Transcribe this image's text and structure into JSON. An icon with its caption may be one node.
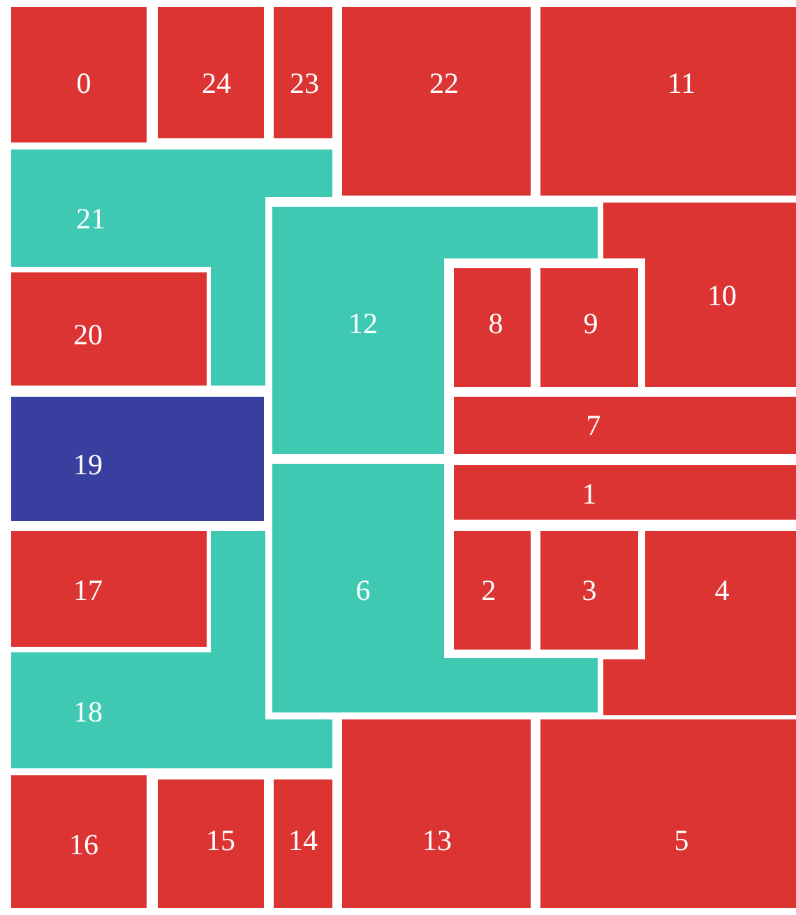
{
  "diagram": {
    "nodes": [
      {
        "text": [
          "0"
        ]
      },
      {
        "text": [
          "24"
        ]
      },
      {
        "text": [
          "23"
        ]
      },
      {
        "text": [
          "22"
        ]
      },
      {
        "text": [
          "11"
        ]
      },
      {
        "text": [
          "21"
        ]
      },
      {
        "text": [
          "12"
        ]
      },
      {
        "text": [
          "10"
        ]
      },
      {
        "text": [
          "20"
        ]
      },
      {
        "text": [
          "8"
        ]
      },
      {
        "text": [
          "9"
        ]
      },
      {
        "text": [
          "7"
        ]
      },
      {
        "text": [
          "19"
        ]
      },
      {
        "text": [
          "1"
        ]
      },
      {
        "text": [
          "6"
        ]
      },
      {
        "text": [
          "17"
        ]
      },
      {
        "text": [
          "2"
        ]
      },
      {
        "text": [
          "3"
        ]
      },
      {
        "text": [
          "4"
        ]
      },
      {
        "text": [
          "18"
        ]
      },
      {
        "text": [
          "16"
        ]
      },
      {
        "text": [
          "15"
        ]
      },
      {
        "text": [
          "14"
        ]
      },
      {
        "text": [
          "13"
        ]
      },
      {
        "text": [
          "5"
        ]
      }
    ]
  }
}
